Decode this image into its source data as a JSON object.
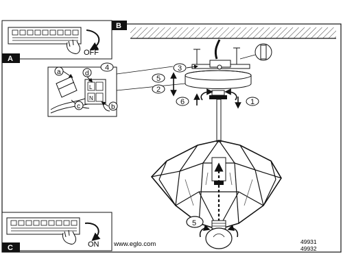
{
  "panels": {
    "a": {
      "label": "A"
    },
    "b": {
      "label": "B"
    },
    "c": {
      "label": "C"
    }
  },
  "switch_off_text": "OFF",
  "switch_on_text": "ON",
  "wiring": {
    "callout_number": "4",
    "wire_a": "a",
    "wire_b": "b",
    "wire_c": "c",
    "wire_d": "d",
    "terminal_L": "L",
    "terminal_N": "N"
  },
  "steps": {
    "s1": "1",
    "s2": "2",
    "s3": "3",
    "s5_top": "5",
    "s6": "6",
    "s5_bulb": "5"
  },
  "footer": {
    "website": "www.eglo.com",
    "code_1": "49931",
    "code_2": "49932"
  }
}
